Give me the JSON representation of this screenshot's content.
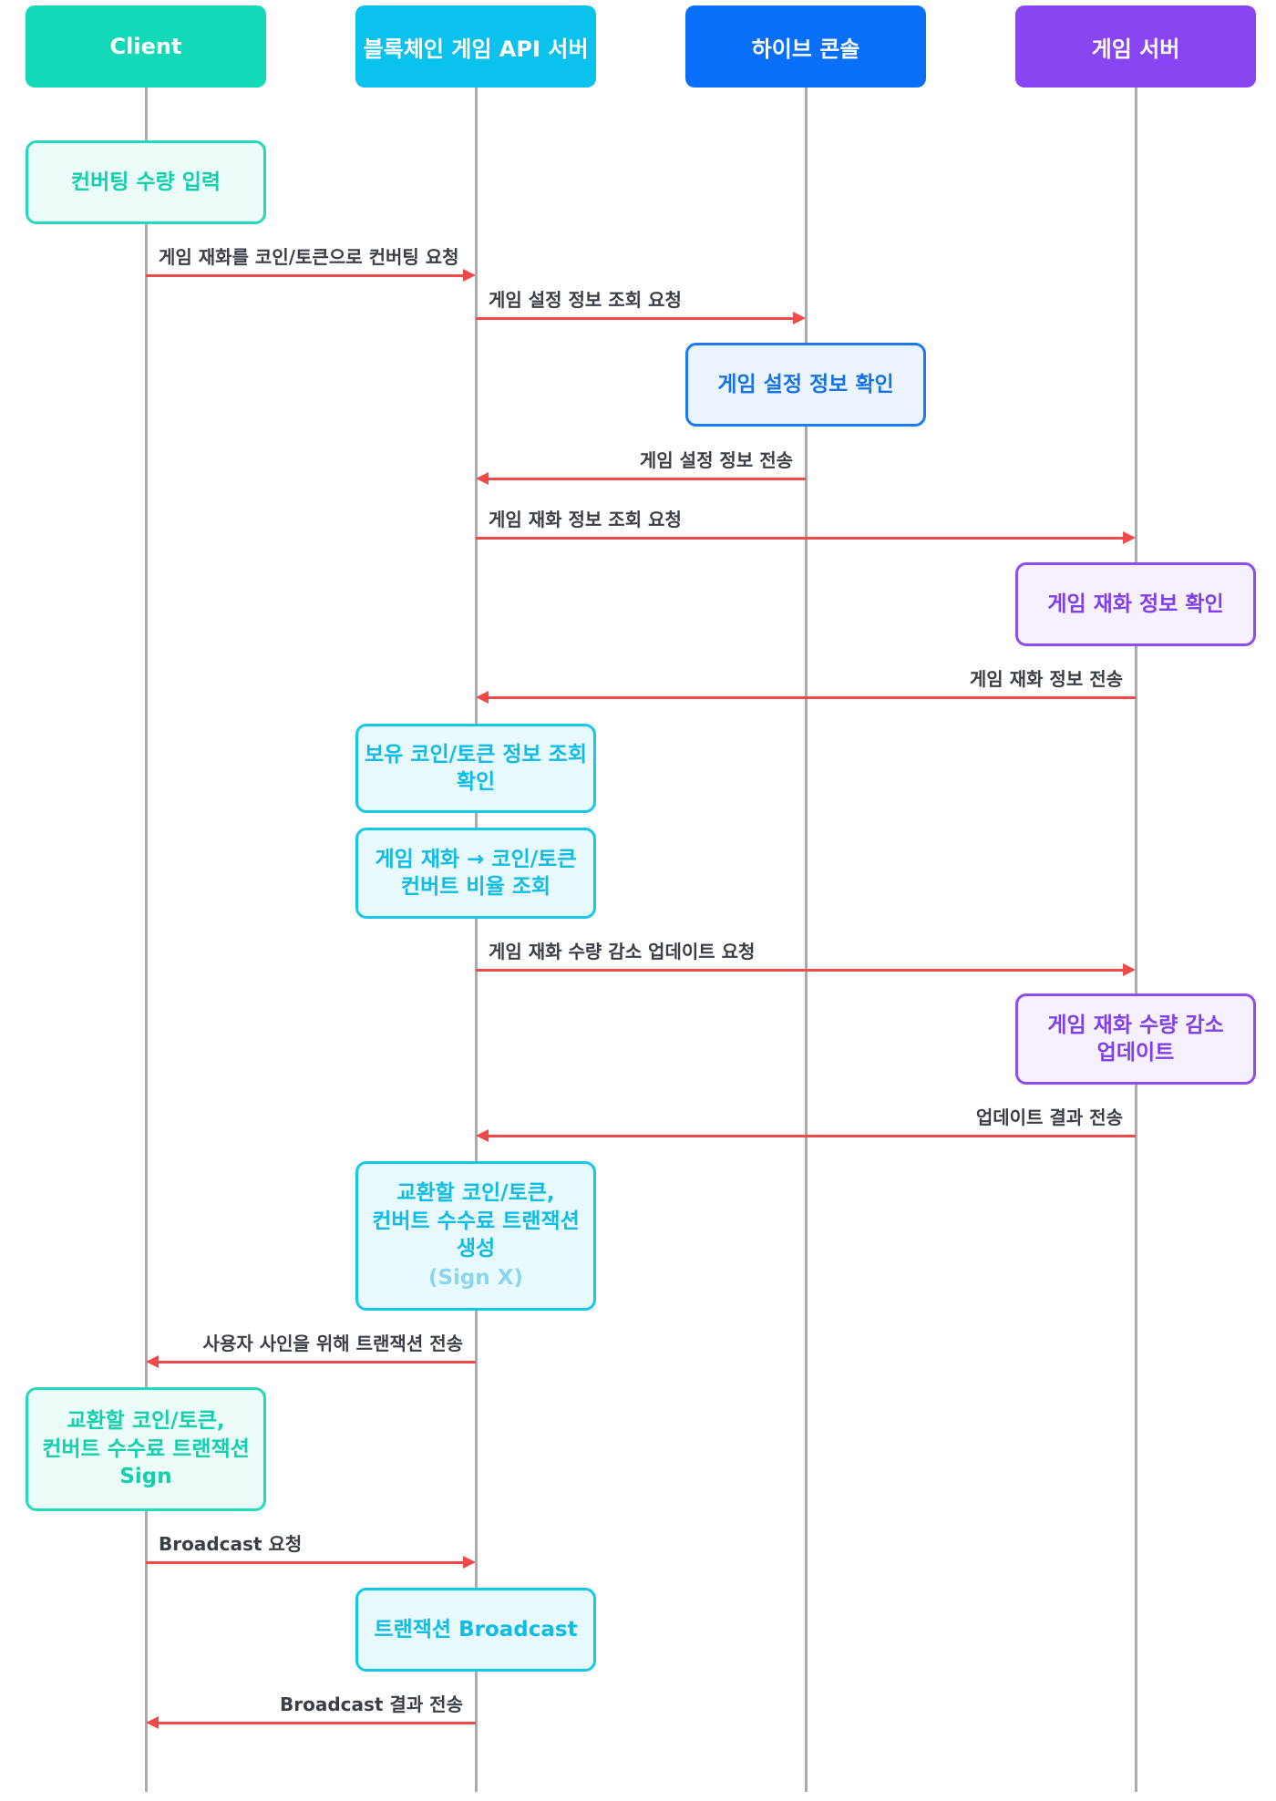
{
  "participants": {
    "client": {
      "label": "Client",
      "color": "#14d9b9"
    },
    "api": {
      "label": "블록체인 게임 API 서버",
      "color": "#0bc2ec"
    },
    "hive": {
      "label": "하이브 콘솔",
      "color": "#0a6ff8"
    },
    "game": {
      "label": "게임 서버",
      "color": "#8a45f2"
    }
  },
  "arrow_color": "#ef4a4a",
  "boxes": {
    "client_input": {
      "lines": [
        "컨버팅 수량 입력"
      ]
    },
    "hive_check": {
      "lines": [
        "게임 설정 정보 확인"
      ]
    },
    "game_check": {
      "lines": [
        "게임 재화 정보 확인"
      ]
    },
    "api_balance": {
      "lines": [
        "보유 코인/토큰 정보 조회",
        "확인"
      ]
    },
    "api_ratio": {
      "lines": [
        "게임 재화 → 코인/토큰",
        "컨버트 비율 조회"
      ]
    },
    "game_update": {
      "lines": [
        "게임 재화 수량 감소",
        "업데이트"
      ]
    },
    "api_tx": {
      "lines": [
        "교환할 코인/토큰,",
        "컨버트 수수료 트랜잭션",
        "생성"
      ],
      "sub": "(Sign X)"
    },
    "client_sign": {
      "lines": [
        "교환할 코인/토큰,",
        "컨버트 수수료 트랜잭션",
        "Sign"
      ]
    },
    "api_broadcast": {
      "lines": [
        "트랜잭션 Broadcast"
      ]
    }
  },
  "messages": {
    "m1": "게임 재화를 코인/토큰으로 컨버팅 요청",
    "m2": "게임 설정 정보 조회 요청",
    "m3": "게임 설정 정보 전송",
    "m4": "게임 재화 정보 조회 요청",
    "m5": "게임 재화 정보 전송",
    "m6": "게임 재화 수량 감소 업데이트 요청",
    "m7": "업데이트 결과 전송",
    "m8": "사용자 사인을 위해 트랜잭션 전송",
    "m9": "Broadcast 요청",
    "m10": "Broadcast 결과 전송"
  }
}
